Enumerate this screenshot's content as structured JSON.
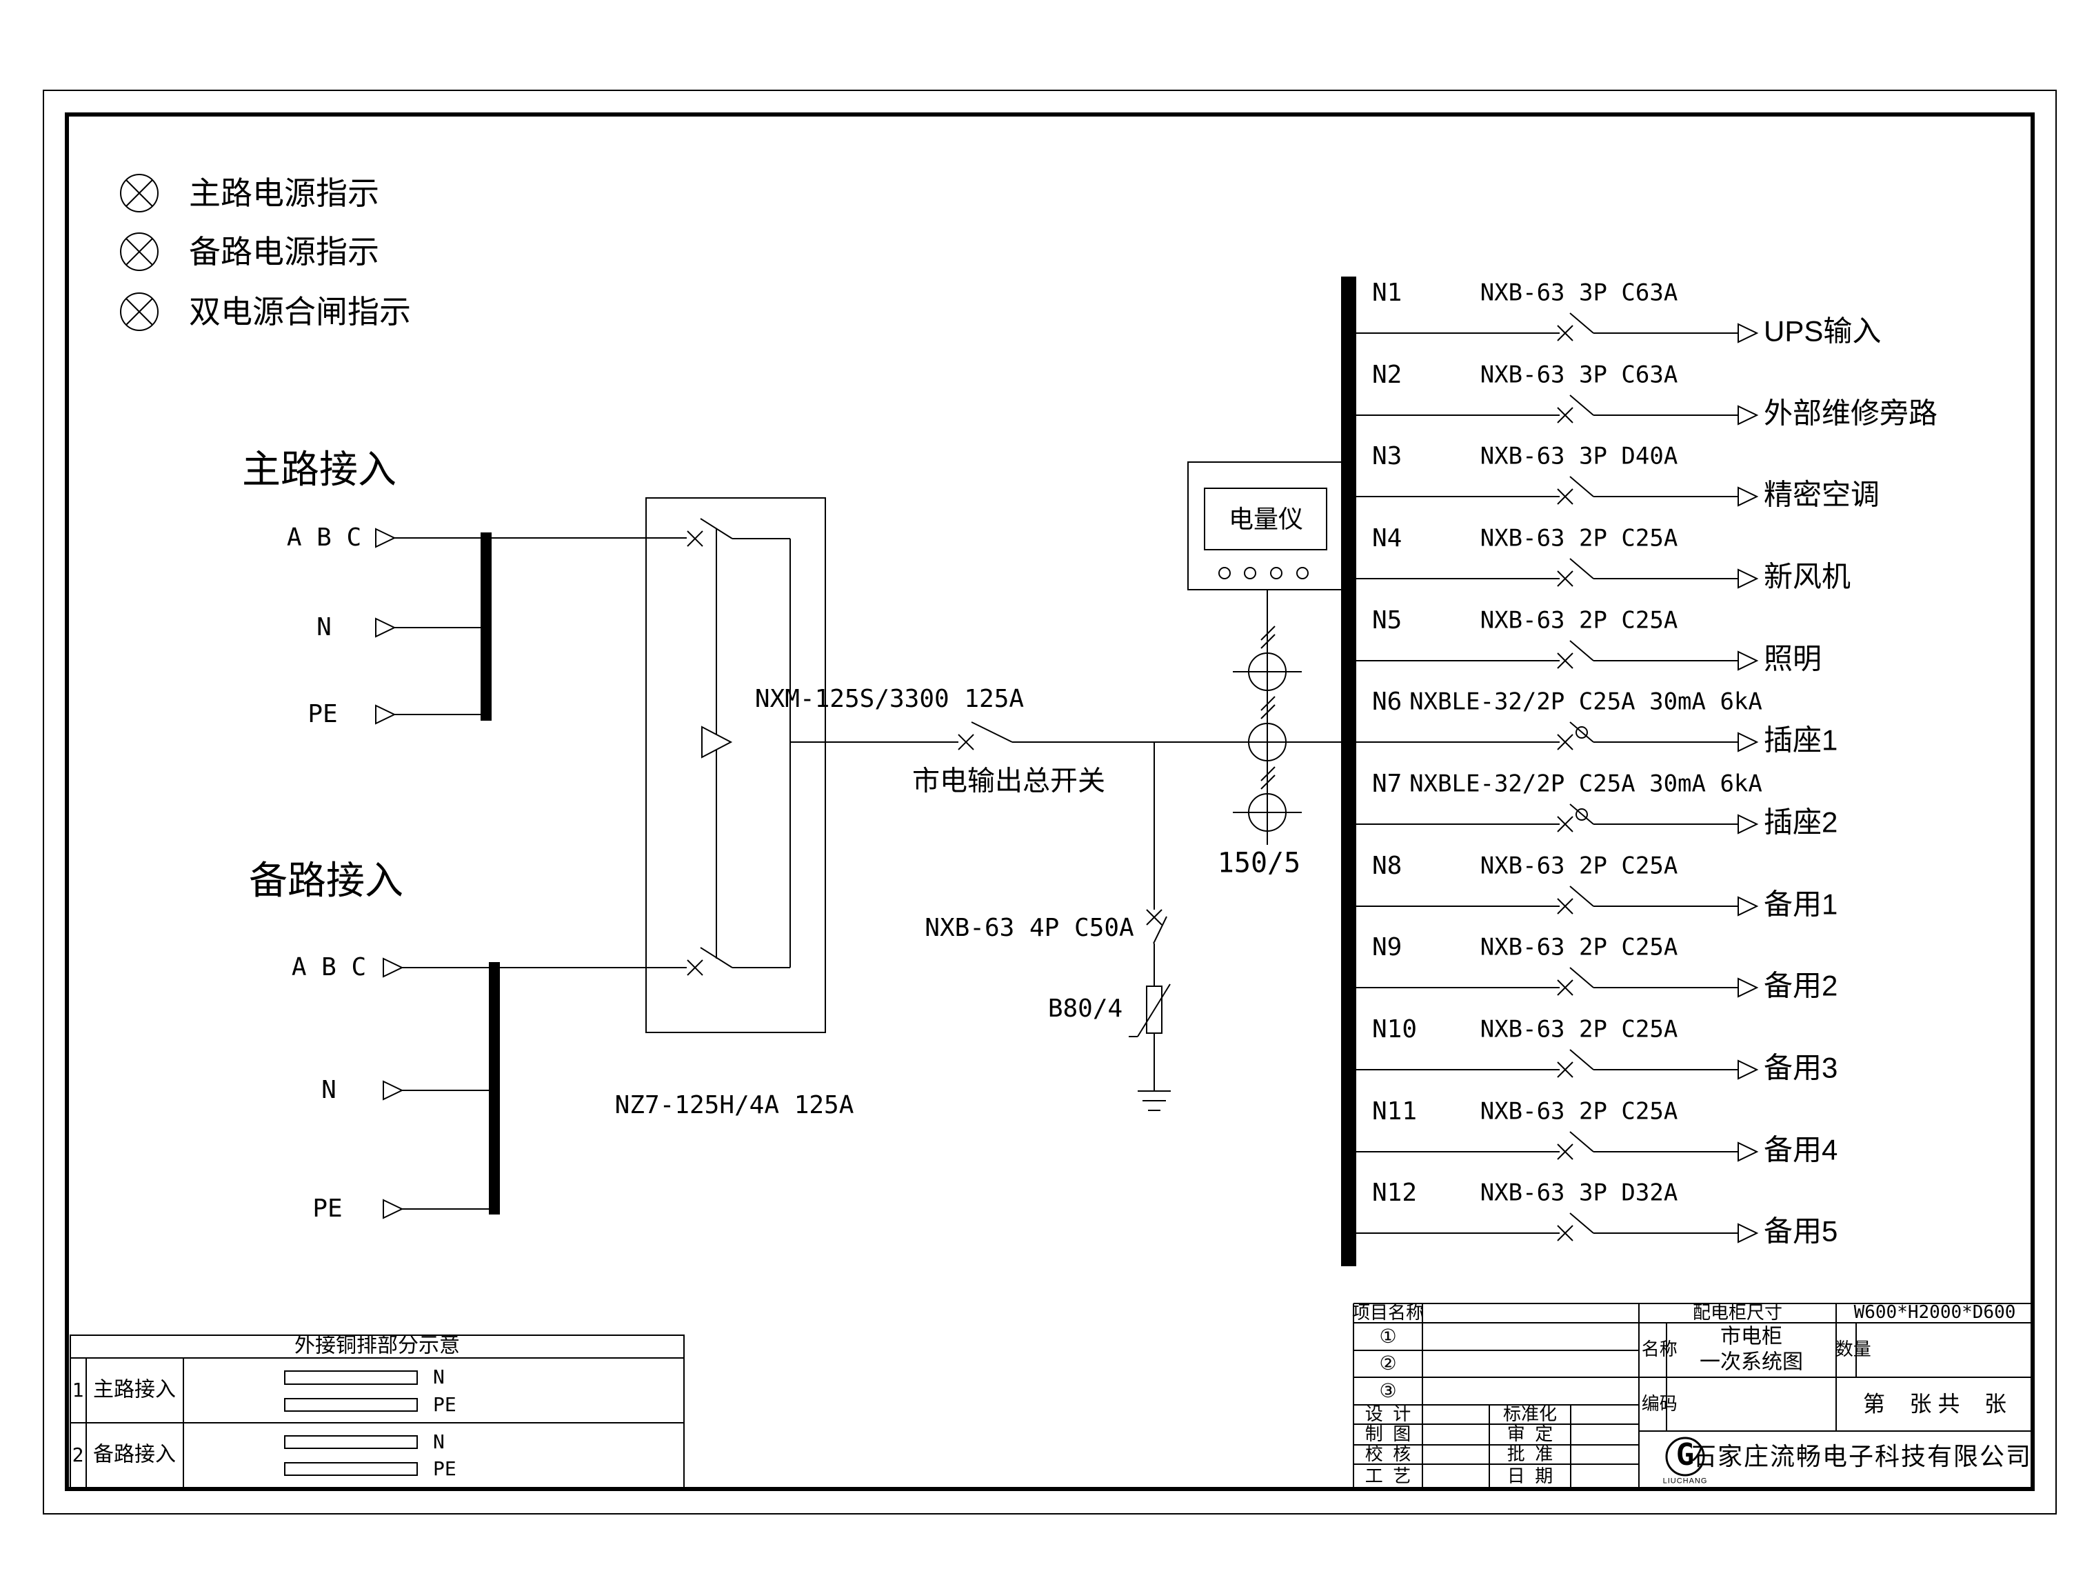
{
  "colors": {
    "line": "#000000",
    "background": "#ffffff"
  },
  "legend": {
    "items": [
      {
        "icon": "lamp-icon",
        "label": "主路电源指示"
      },
      {
        "icon": "lamp-icon",
        "label": "备路电源指示"
      },
      {
        "icon": "lamp-icon",
        "label": "双电源合闸指示"
      }
    ]
  },
  "main_input": {
    "title": "主路接入",
    "phases": {
      "abc": "A B C",
      "n": "N",
      "pe": "PE"
    }
  },
  "backup_input": {
    "title": "备路接入",
    "phases": {
      "abc": "A B C",
      "n": "N",
      "pe": "PE"
    }
  },
  "ats": {
    "model": "NZ7-125H/4A 125A"
  },
  "main_breaker": {
    "model": "NXM-125S/3300 125A",
    "name": "市电输出总开关"
  },
  "surge": {
    "breaker": "NXB-63 4P C50A",
    "arrester": "B80/4"
  },
  "meter": {
    "label": "电量仪",
    "ct_ratio": "150/5"
  },
  "branches": [
    {
      "id": "N1",
      "device": "NXB-63 3P C63A",
      "load": "UPS输入"
    },
    {
      "id": "N2",
      "device": "NXB-63 3P C63A",
      "load": "外部维修旁路"
    },
    {
      "id": "N3",
      "device": "NXB-63 3P D40A",
      "load": "精密空调"
    },
    {
      "id": "N4",
      "device": "NXB-63 2P C25A",
      "load": "新风机"
    },
    {
      "id": "N5",
      "device": "NXB-63 2P C25A",
      "load": "照明"
    },
    {
      "id": "N6",
      "device": "NXBLE-32/2P C25A 30mA 6kA",
      "load": "插座1"
    },
    {
      "id": "N7",
      "device": "NXBLE-32/2P C25A 30mA 6kA",
      "load": "插座2"
    },
    {
      "id": "N8",
      "device": "NXB-63 2P C25A",
      "load": "备用1"
    },
    {
      "id": "N9",
      "device": "NXB-63 2P C25A",
      "load": "备用2"
    },
    {
      "id": "N10",
      "device": "NXB-63 2P C25A",
      "load": "备用3"
    },
    {
      "id": "N11",
      "device": "NXB-63 2P C25A",
      "load": "备用4"
    },
    {
      "id": "N12",
      "device": "NXB-63 3P D32A",
      "load": "备用5"
    }
  ],
  "copper_table": {
    "title": "外接铜排部分示意",
    "rows": [
      {
        "no": "1",
        "name": "主路接入",
        "bar_n": "N",
        "bar_pe": "PE"
      },
      {
        "no": "2",
        "name": "备路接入",
        "bar_n": "N",
        "bar_pe": "PE"
      }
    ]
  },
  "title_block": {
    "project_label": "项目名称",
    "item1": "①",
    "item2": "②",
    "item3": "③",
    "design": "设  计",
    "drawing": "制  图",
    "check": "校  核",
    "craft": "工  艺",
    "standard": "标准化",
    "review": "审  定",
    "approve": "批  准",
    "date": "日  期",
    "cabinet_size_label": "配电柜尺寸",
    "cabinet_size_value": "W600*H2000*D600",
    "name_label": "名称",
    "name_value": "市电柜\n一次系统图",
    "qty_label": "数量",
    "code_label": "编码",
    "sheet_text": "第    张 共    张",
    "logo_letter": "G",
    "logo_text": "LIUCHANG",
    "company": "石家庄流畅电子科技有限公司"
  }
}
